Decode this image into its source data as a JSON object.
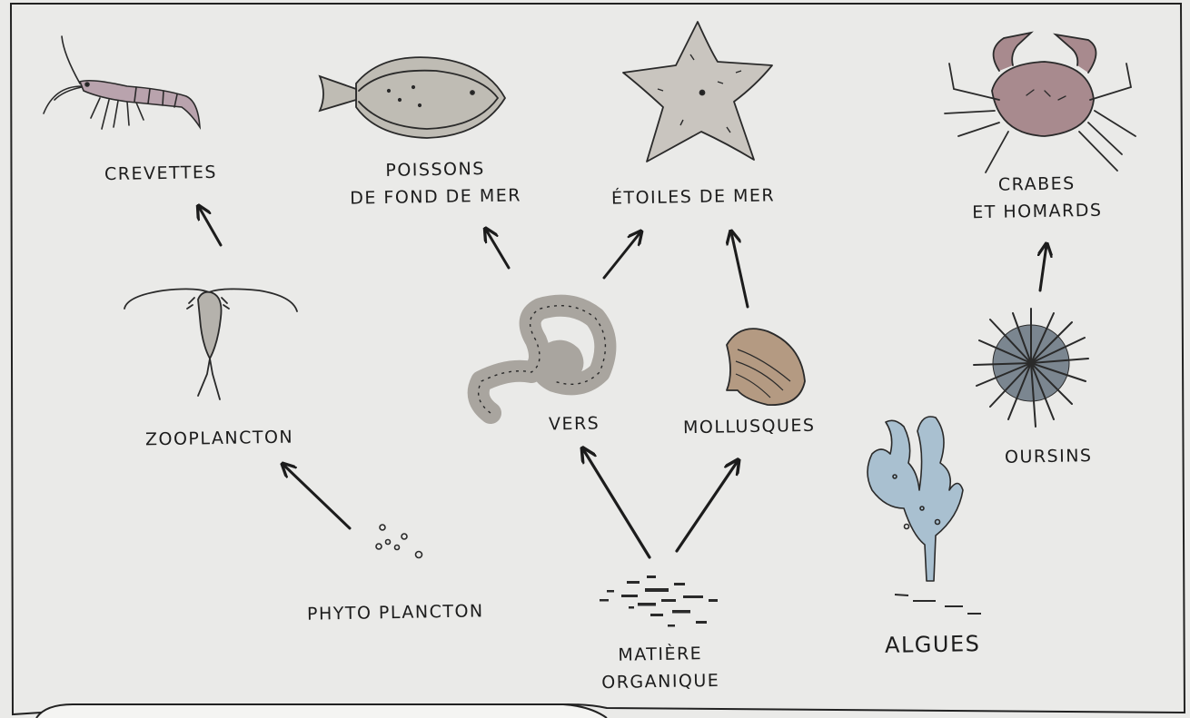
{
  "diagram": {
    "nodes": {
      "crevettes": {
        "label": "CREVETTES",
        "icon": "shrimp-icon"
      },
      "poissons": {
        "label_line1": "POISSONS",
        "label_line2": "DE FOND DE MER",
        "icon": "flatfish-icon"
      },
      "etoiles": {
        "label": "ÉTOILES DE MER",
        "icon": "starfish-icon"
      },
      "crabes": {
        "label_line1": "CRABES",
        "label_line2": "ET HOMARDS",
        "icon": "crab-icon"
      },
      "zooplancton": {
        "label": "ZOOPLANCTON",
        "icon": "copepod-icon"
      },
      "vers": {
        "label": "VERS",
        "icon": "worm-icon"
      },
      "mollusques": {
        "label": "MOLLUSQUES",
        "icon": "clam-shell-icon"
      },
      "oursins": {
        "label": "OURSINS",
        "icon": "sea-urchin-icon"
      },
      "phytoplancton": {
        "label": "PHYTO PLANCTON",
        "icon": "phytoplankton-dots-icon"
      },
      "matiere": {
        "label_line1": "MATIÈRE",
        "label_line2": "ORGANIQUE",
        "icon": "organic-matter-specks-icon"
      },
      "algues": {
        "label": "ALGUES",
        "icon": "seaweed-icon"
      }
    },
    "edges": [
      {
        "from": "zooplancton",
        "to": "crevettes"
      },
      {
        "from": "phytoplancton",
        "to": "zooplancton"
      },
      {
        "from": "vers",
        "to": "poissons"
      },
      {
        "from": "vers",
        "to": "etoiles"
      },
      {
        "from": "mollusques",
        "to": "etoiles"
      },
      {
        "from": "matiere",
        "to": "vers"
      },
      {
        "from": "matiere",
        "to": "mollusques"
      },
      {
        "from": "oursins",
        "to": "crabes"
      }
    ],
    "colors": {
      "background": "#eaeae8",
      "ink": "#1c1c1c",
      "shrimp": "#b9a3ad",
      "fish": "#bfbcb4",
      "starfish": "#c9c5bf",
      "crab": "#a88a8e",
      "worm": "#a9a59f",
      "shell": "#b49a82",
      "urchin": "#7b8690",
      "seaweed": "#a9c0d0"
    }
  }
}
